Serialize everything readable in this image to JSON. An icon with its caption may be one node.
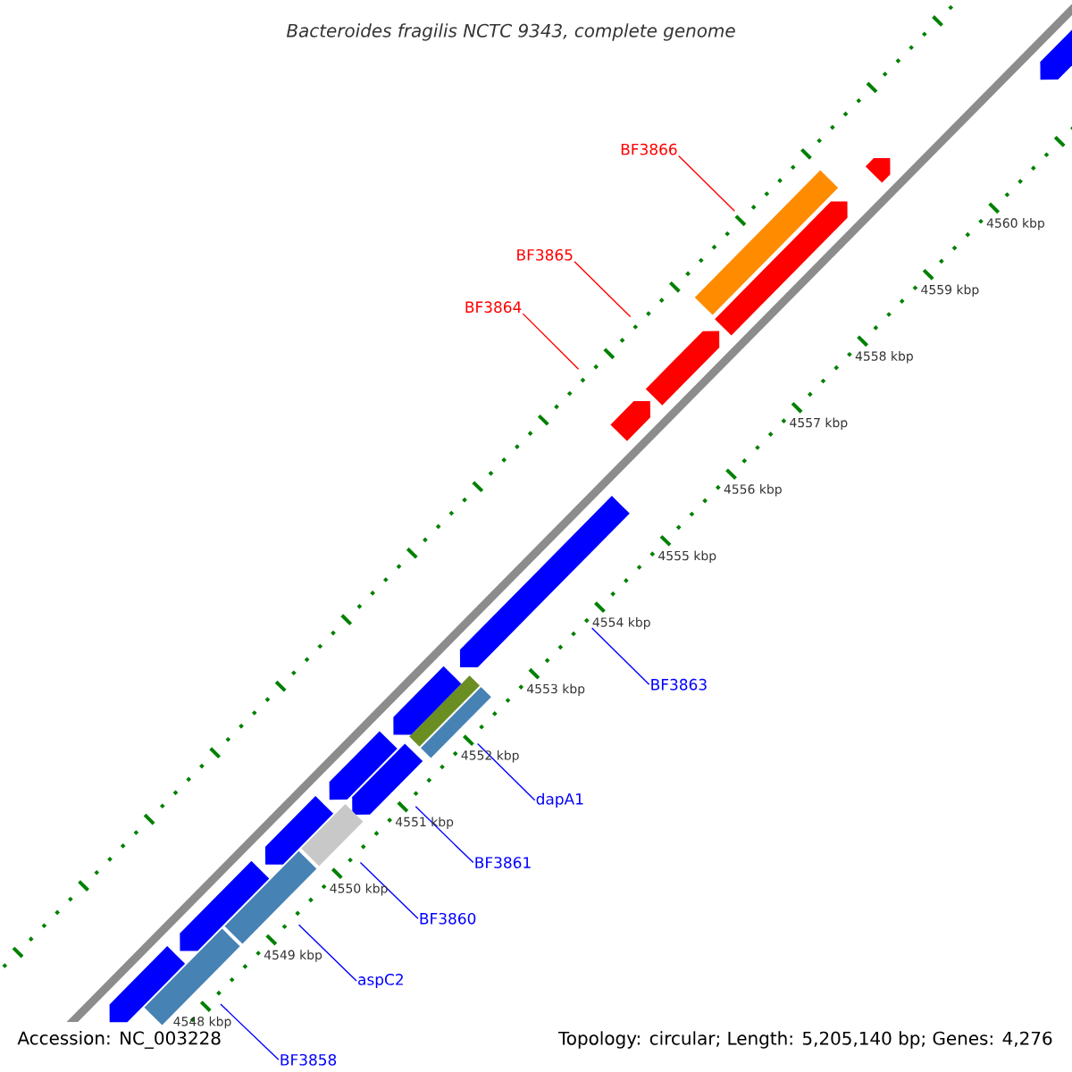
{
  "diagram": {
    "title": "Bacteroides fragilis NCTC 9343, complete genome",
    "nodes": [
      {
        "text": [
          "BF3866"
        ]
      },
      {
        "text": [
          "BF3865"
        ]
      },
      {
        "text": [
          "BF3864"
        ]
      },
      {
        "text": [
          "BF3863"
        ]
      },
      {
        "text": [
          "dapA1"
        ]
      },
      {
        "text": [
          "BF3861"
        ]
      },
      {
        "text": [
          "BF3860"
        ]
      },
      {
        "text": [
          "aspC2"
        ]
      },
      {
        "text": [
          "BF3858"
        ]
      },
      {
        "text": [],
        "shape": "bar"
      },
      {
        "text": [],
        "shape": "bar"
      },
      {
        "text": [],
        "shape": "bar"
      },
      {
        "text": [],
        "shape": "bar"
      },
      {
        "text": [],
        "shape": "bar"
      },
      {
        "text": [],
        "shape": "bar"
      },
      {
        "text": [],
        "shape": "bar"
      },
      {
        "text": [],
        "shape": "bar"
      },
      {
        "text": [],
        "shape": "bar"
      },
      {
        "text": [],
        "shape": "bar"
      },
      {
        "text": [],
        "shape": "bar"
      },
      {
        "text": [],
        "shape": "bar"
      },
      {
        "text": [],
        "shape": "bar"
      },
      {
        "text": [],
        "shape": "bar"
      },
      {
        "text": [],
        "shape": "bar"
      },
      {
        "text": [],
        "shape": "bar"
      },
      {
        "text": [],
        "shape": "bar"
      },
      {
        "text": [],
        "shape": "bar"
      }
    ],
    "edges": [
      {
        "from": 0,
        "to": 11,
        "arrow": "none",
        "color": "#ff0000"
      },
      {
        "from": 1,
        "to": 13,
        "arrow": "none",
        "color": "#ff0000"
      },
      {
        "from": 2,
        "to": 14,
        "arrow": "none",
        "color": "#ff0000"
      },
      {
        "from": 3,
        "to": 15,
        "arrow": "none"
      },
      {
        "from": 4,
        "to": 16,
        "arrow": "none"
      },
      {
        "from": 5,
        "to": 19,
        "arrow": "none"
      },
      {
        "from": 6,
        "to": 21,
        "arrow": "none"
      },
      {
        "from": 7,
        "to": 23,
        "arrow": "none"
      },
      {
        "from": 8,
        "to": 25,
        "arrow": "none"
      }
    ],
    "labels": [
      "4560 kbp",
      "4559 kbp",
      "4558 kbp",
      "4557 kbp",
      "4556 kbp",
      "4555 kbp",
      "4554 kbp",
      "4553 kbp",
      "4552 kbp",
      "4551 kbp",
      "4550 kbp",
      "4549 kbp",
      "4548 kbp",
      "Accession: NC_003228",
      "Topology: circular; Length: 5,205,140 bp; Genes: 4,276"
    ]
  }
}
